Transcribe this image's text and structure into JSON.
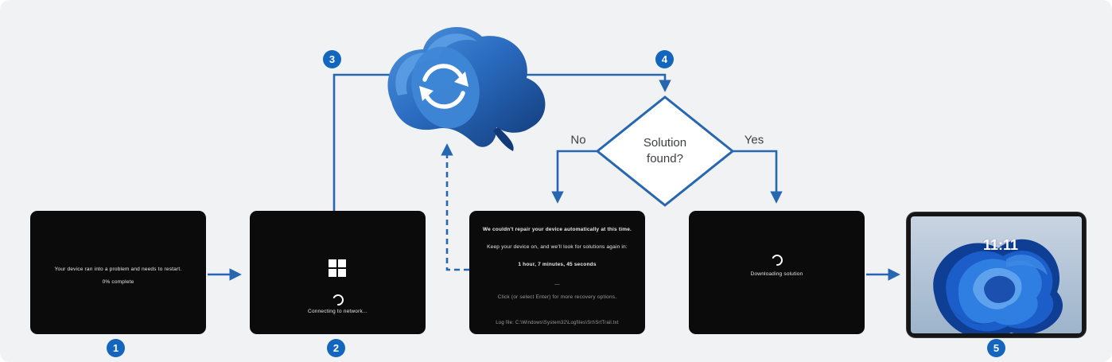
{
  "colors": {
    "accent_line": "#2767b2",
    "badge_fill": "#1266bd",
    "canvas_background": "#f1f2f3",
    "screen_background": "#0b0b0c",
    "label_text": "#3d3f42",
    "cloud_dark": "#16417f",
    "cloud_mid": "#2a6cc0",
    "cloud_light": "#4f94de"
  },
  "badges": {
    "step1": "1",
    "step2": "2",
    "step3": "3",
    "step4": "4",
    "step5": "5"
  },
  "screen1": {
    "line1": "Your device ran into a problem and needs to restart.",
    "line2": "0% complete"
  },
  "screen2": {
    "status": "Connecting to network..."
  },
  "decision": {
    "question_line1": "Solution",
    "question_line2": "found?",
    "no_label": "No",
    "yes_label": "Yes"
  },
  "screen3": {
    "line1": "We couldn't repair your device automatically at this time.",
    "line2": "Keep your device on, and we'll look for solutions again in:",
    "countdown": "1 hour, 7 minutes, 45 seconds",
    "separator": "—",
    "recovery_hint": "Click (or select Enter) for more recovery options.",
    "logfile": "Log file: C:\\Windows\\System32\\Logfiles\\Srt\\SrtTrail.txt"
  },
  "screen4": {
    "status": "Downloading solution"
  },
  "screen5": {
    "clock": "11:11"
  }
}
